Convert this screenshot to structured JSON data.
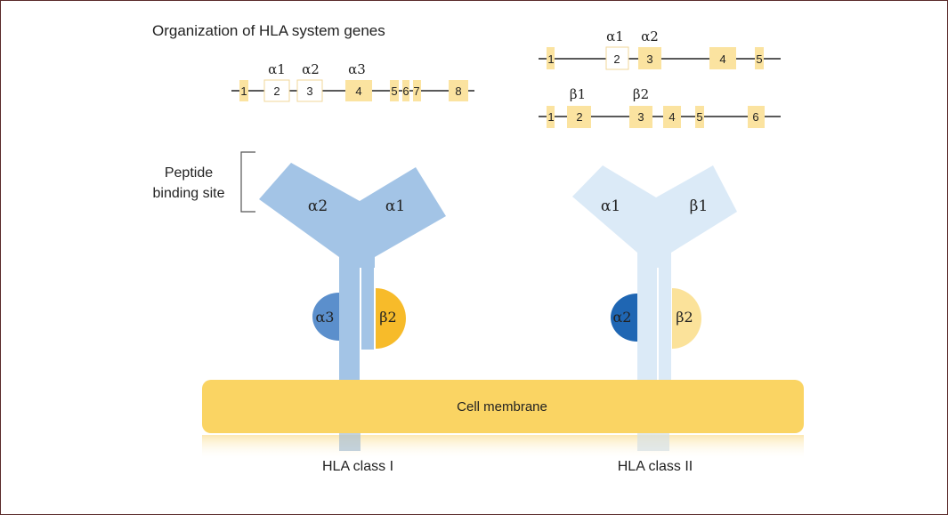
{
  "title": "Organization of HLA system genes",
  "class1_gene": {
    "greek_labels": [
      {
        "exon": 2,
        "label": "α1"
      },
      {
        "exon": 3,
        "label": "α2"
      },
      {
        "exon": 4,
        "label": "α3"
      }
    ],
    "exons": [
      "1",
      "2",
      "3",
      "4",
      "5",
      "6",
      "7",
      "8"
    ]
  },
  "class2_alpha_gene": {
    "greek_labels": [
      {
        "exon": 2,
        "label": "α1"
      },
      {
        "exon": 3,
        "label": "α2"
      }
    ],
    "exons": [
      "1",
      "2",
      "3",
      "4",
      "5"
    ]
  },
  "class2_beta_gene": {
    "greek_labels": [
      {
        "exon": 2,
        "label": "β1"
      },
      {
        "exon": 3,
        "label": "β2"
      }
    ],
    "exons": [
      "1",
      "2",
      "3",
      "4",
      "5",
      "6"
    ]
  },
  "peptide_binding_label_line1": "Peptide",
  "peptide_binding_label_line2": "binding site",
  "class1_molecule": {
    "arm_left": "α2",
    "arm_right": "α1",
    "domain_left": "α3",
    "domain_right": "β2",
    "label": "HLA class I"
  },
  "class2_molecule": {
    "arm_left": "α1",
    "arm_right": "β1",
    "domain_left": "α2",
    "domain_right": "β2",
    "label": "HLA class II"
  },
  "membrane_label": "Cell membrane",
  "colors": {
    "exon_fill": "#fbe3a0",
    "class1_blue": "#a3c4e6",
    "class2_blue": "#dbeaf7",
    "alpha3_blue": "#5b8fcc",
    "alpha2_darkblue": "#1f66b3",
    "beta2_gold": "#f7bb2a",
    "beta2_pale": "#fbe29a",
    "membrane": "#fad463"
  }
}
